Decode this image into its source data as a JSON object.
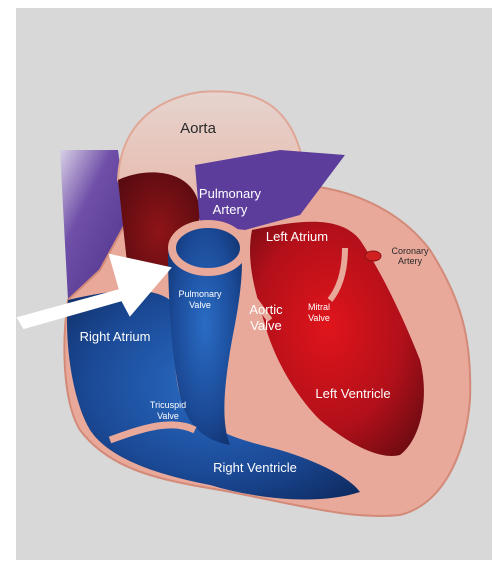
{
  "labels": {
    "aorta": "Aorta",
    "pulmonary_artery_line1": "Pulmonary",
    "pulmonary_artery_line2": "Artery",
    "left_atrium": "Left Atrium",
    "coronary_artery_line1": "Coronary",
    "coronary_artery_line2": "Artery",
    "pulmonary_valve_line1": "Pulmonary",
    "pulmonary_valve_line2": "Valve",
    "aortic_valve_line1": "Aortic",
    "aortic_valve_line2": "Valve",
    "mitral_valve_line1": "Mitral",
    "mitral_valve_line2": "Valve",
    "right_atrium": "Right Atrium",
    "left_ventricle": "Left Ventricle",
    "tricuspid_valve_line1": "Tricuspid",
    "tricuspid_valve_line2": "Valve",
    "right_ventricle": "Right Ventricle"
  },
  "colors": {
    "background": "#d8d8d8",
    "muscle": "#e8a99a",
    "oxygenated": "#c8121c",
    "deoxygenated": "#1f4f9e",
    "vessel_purple": "#5c3e9a",
    "arrow": "#ffffff"
  },
  "icons": {
    "corner": "info-icon",
    "pointer": "arrow-icon"
  }
}
